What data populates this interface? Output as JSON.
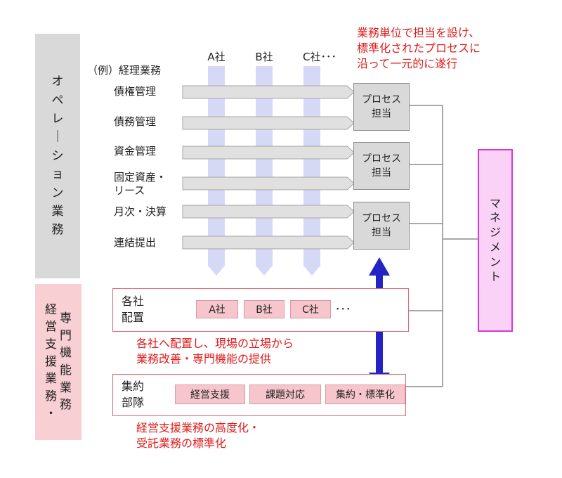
{
  "operations_label": "オペレーション業務",
  "specialist_label": [
    "専門機能業務",
    "経営支援業務・"
  ],
  "example_label": "（例）経理業務",
  "company_headers": [
    "A社",
    "B社",
    "C社･･･"
  ],
  "tasks": [
    "債権管理",
    "債務管理",
    "資金管理",
    "固定資産・\nリース",
    "月次・決算",
    "連結提出"
  ],
  "process_boxes": [
    "プロセス\n担当",
    "プロセス\n担当",
    "プロセス\n担当"
  ],
  "process_note": "業務単位で担当を設け、\n標準化されたプロセスに\n沿って一元的に遂行",
  "management_label": "マネジメント",
  "dispatch": {
    "label": "各社\n配置",
    "companies": [
      "A社",
      "B社",
      "C社"
    ],
    "ellipsis": "･･･",
    "note": "各社へ配置し、現場の立場から\n業務改善・専門機能の提供"
  },
  "central": {
    "label": "集約\n部隊",
    "functions": [
      "経営支援",
      "課題対応",
      "集約・標準化"
    ],
    "note": "経営支援業務の高度化・\n受託業務の標準化"
  }
}
